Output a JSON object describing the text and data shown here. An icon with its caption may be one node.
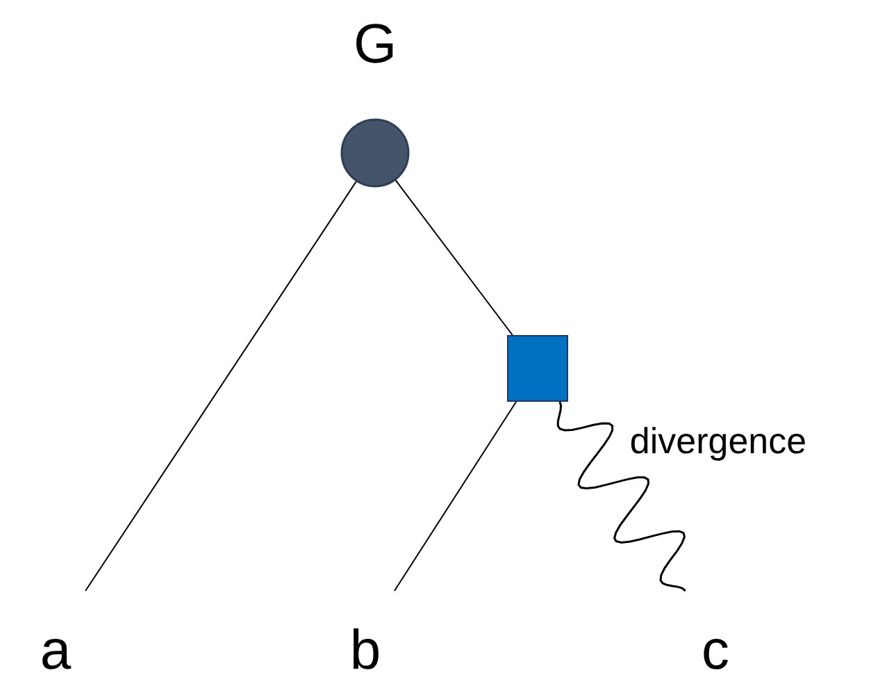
{
  "diagram": {
    "nodes": [
      {
        "text": [
          "G"
        ]
      },
      {
        "text": [],
        "shape": "box"
      },
      {
        "text": [
          "a"
        ]
      },
      {
        "text": [
          "b"
        ]
      },
      {
        "text": [
          "c"
        ]
      }
    ],
    "edges": [
      {
        "from": 0,
        "to": 2,
        "arrow": "none"
      },
      {
        "from": 0,
        "to": 1,
        "arrow": "none"
      },
      {
        "from": 1,
        "to": 3,
        "arrow": "none"
      },
      {
        "from": 1,
        "to": 4,
        "arrow": "none",
        "label": "divergence"
      }
    ]
  }
}
